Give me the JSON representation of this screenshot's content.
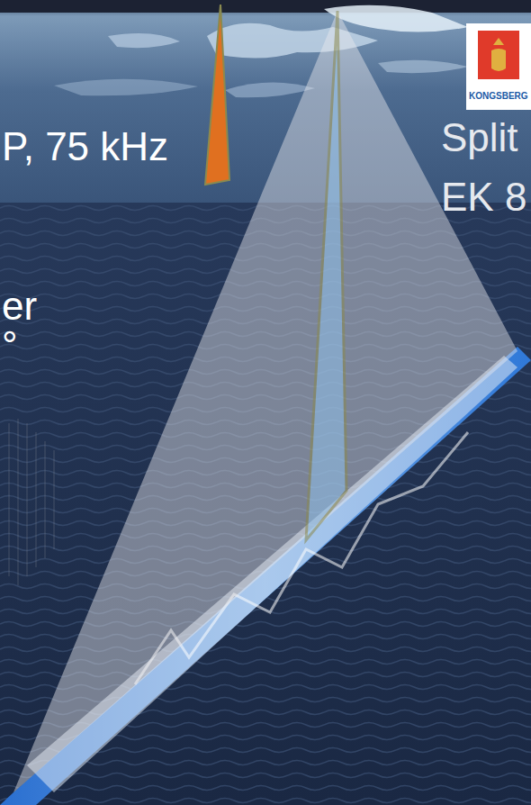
{
  "diagram": {
    "labels": [
      "P, 75 kHz",
      "Split",
      "KONGSBERG",
      "EK 8",
      "er",
      "°"
    ]
  }
}
